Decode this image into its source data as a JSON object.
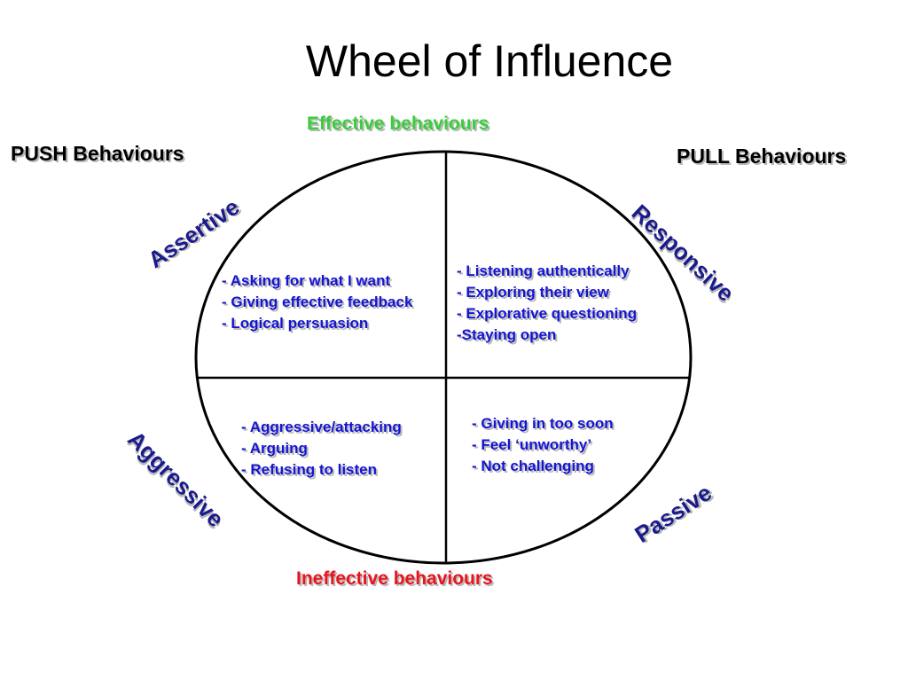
{
  "title": "Wheel of Influence",
  "top_label": "Effective behaviours",
  "bottom_label": "Ineffective behaviours",
  "left_header": "PUSH Behaviours",
  "right_header": "PULL Behaviours",
  "quadrant_labels": {
    "top_left": "Assertive",
    "top_right": "Responsive",
    "bottom_left": "Aggressive",
    "bottom_right": "Passive"
  },
  "quadrants": {
    "top_left": [
      "- Asking for what I want",
      "- Giving effective feedback",
      "- Logical persuasion"
    ],
    "top_right": [
      "- Listening authentically",
      "- Exploring their view",
      "- Explorative questioning",
      "-Staying open"
    ],
    "bottom_left": [
      "- Aggressive/attacking",
      "- Arguing",
      "- Refusing to listen"
    ],
    "bottom_right": [
      "- Giving in too soon",
      "- Feel ‘unworthy’",
      "- Not challenging"
    ]
  },
  "colors": {
    "effective": "#3ccc3c",
    "ineffective": "#e8141e",
    "quadrant_text": "#1414d2",
    "quadrant_label": "#1a1a8c",
    "headers": "#000000"
  }
}
